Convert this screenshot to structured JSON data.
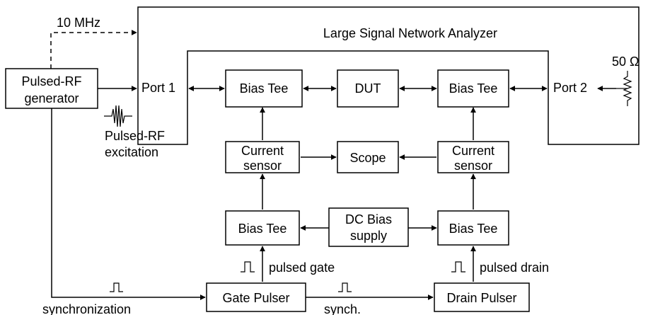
{
  "lsna": {
    "title": "Large Signal Network Analyzer",
    "port1": "Port 1",
    "port2": "Port 2"
  },
  "clock_ref": "10 MHz",
  "load": "50 Ω",
  "generator": {
    "line1": "Pulsed-RF",
    "line2": "generator"
  },
  "excitation": {
    "line1": "Pulsed-RF",
    "line2": "excitation"
  },
  "bias_tee": "Bias Tee",
  "dut": "DUT",
  "current_sensor": {
    "line1": "Current",
    "line2": "sensor"
  },
  "scope": "Scope",
  "dc_bias": {
    "line1": "DC Bias",
    "line2": "supply"
  },
  "gate_pulser": "Gate Pulser",
  "drain_pulser": "Drain Pulser",
  "pulsed_gate": "pulsed gate",
  "pulsed_drain": "pulsed drain",
  "synchronization": "synchronization",
  "synch_short": "synch."
}
